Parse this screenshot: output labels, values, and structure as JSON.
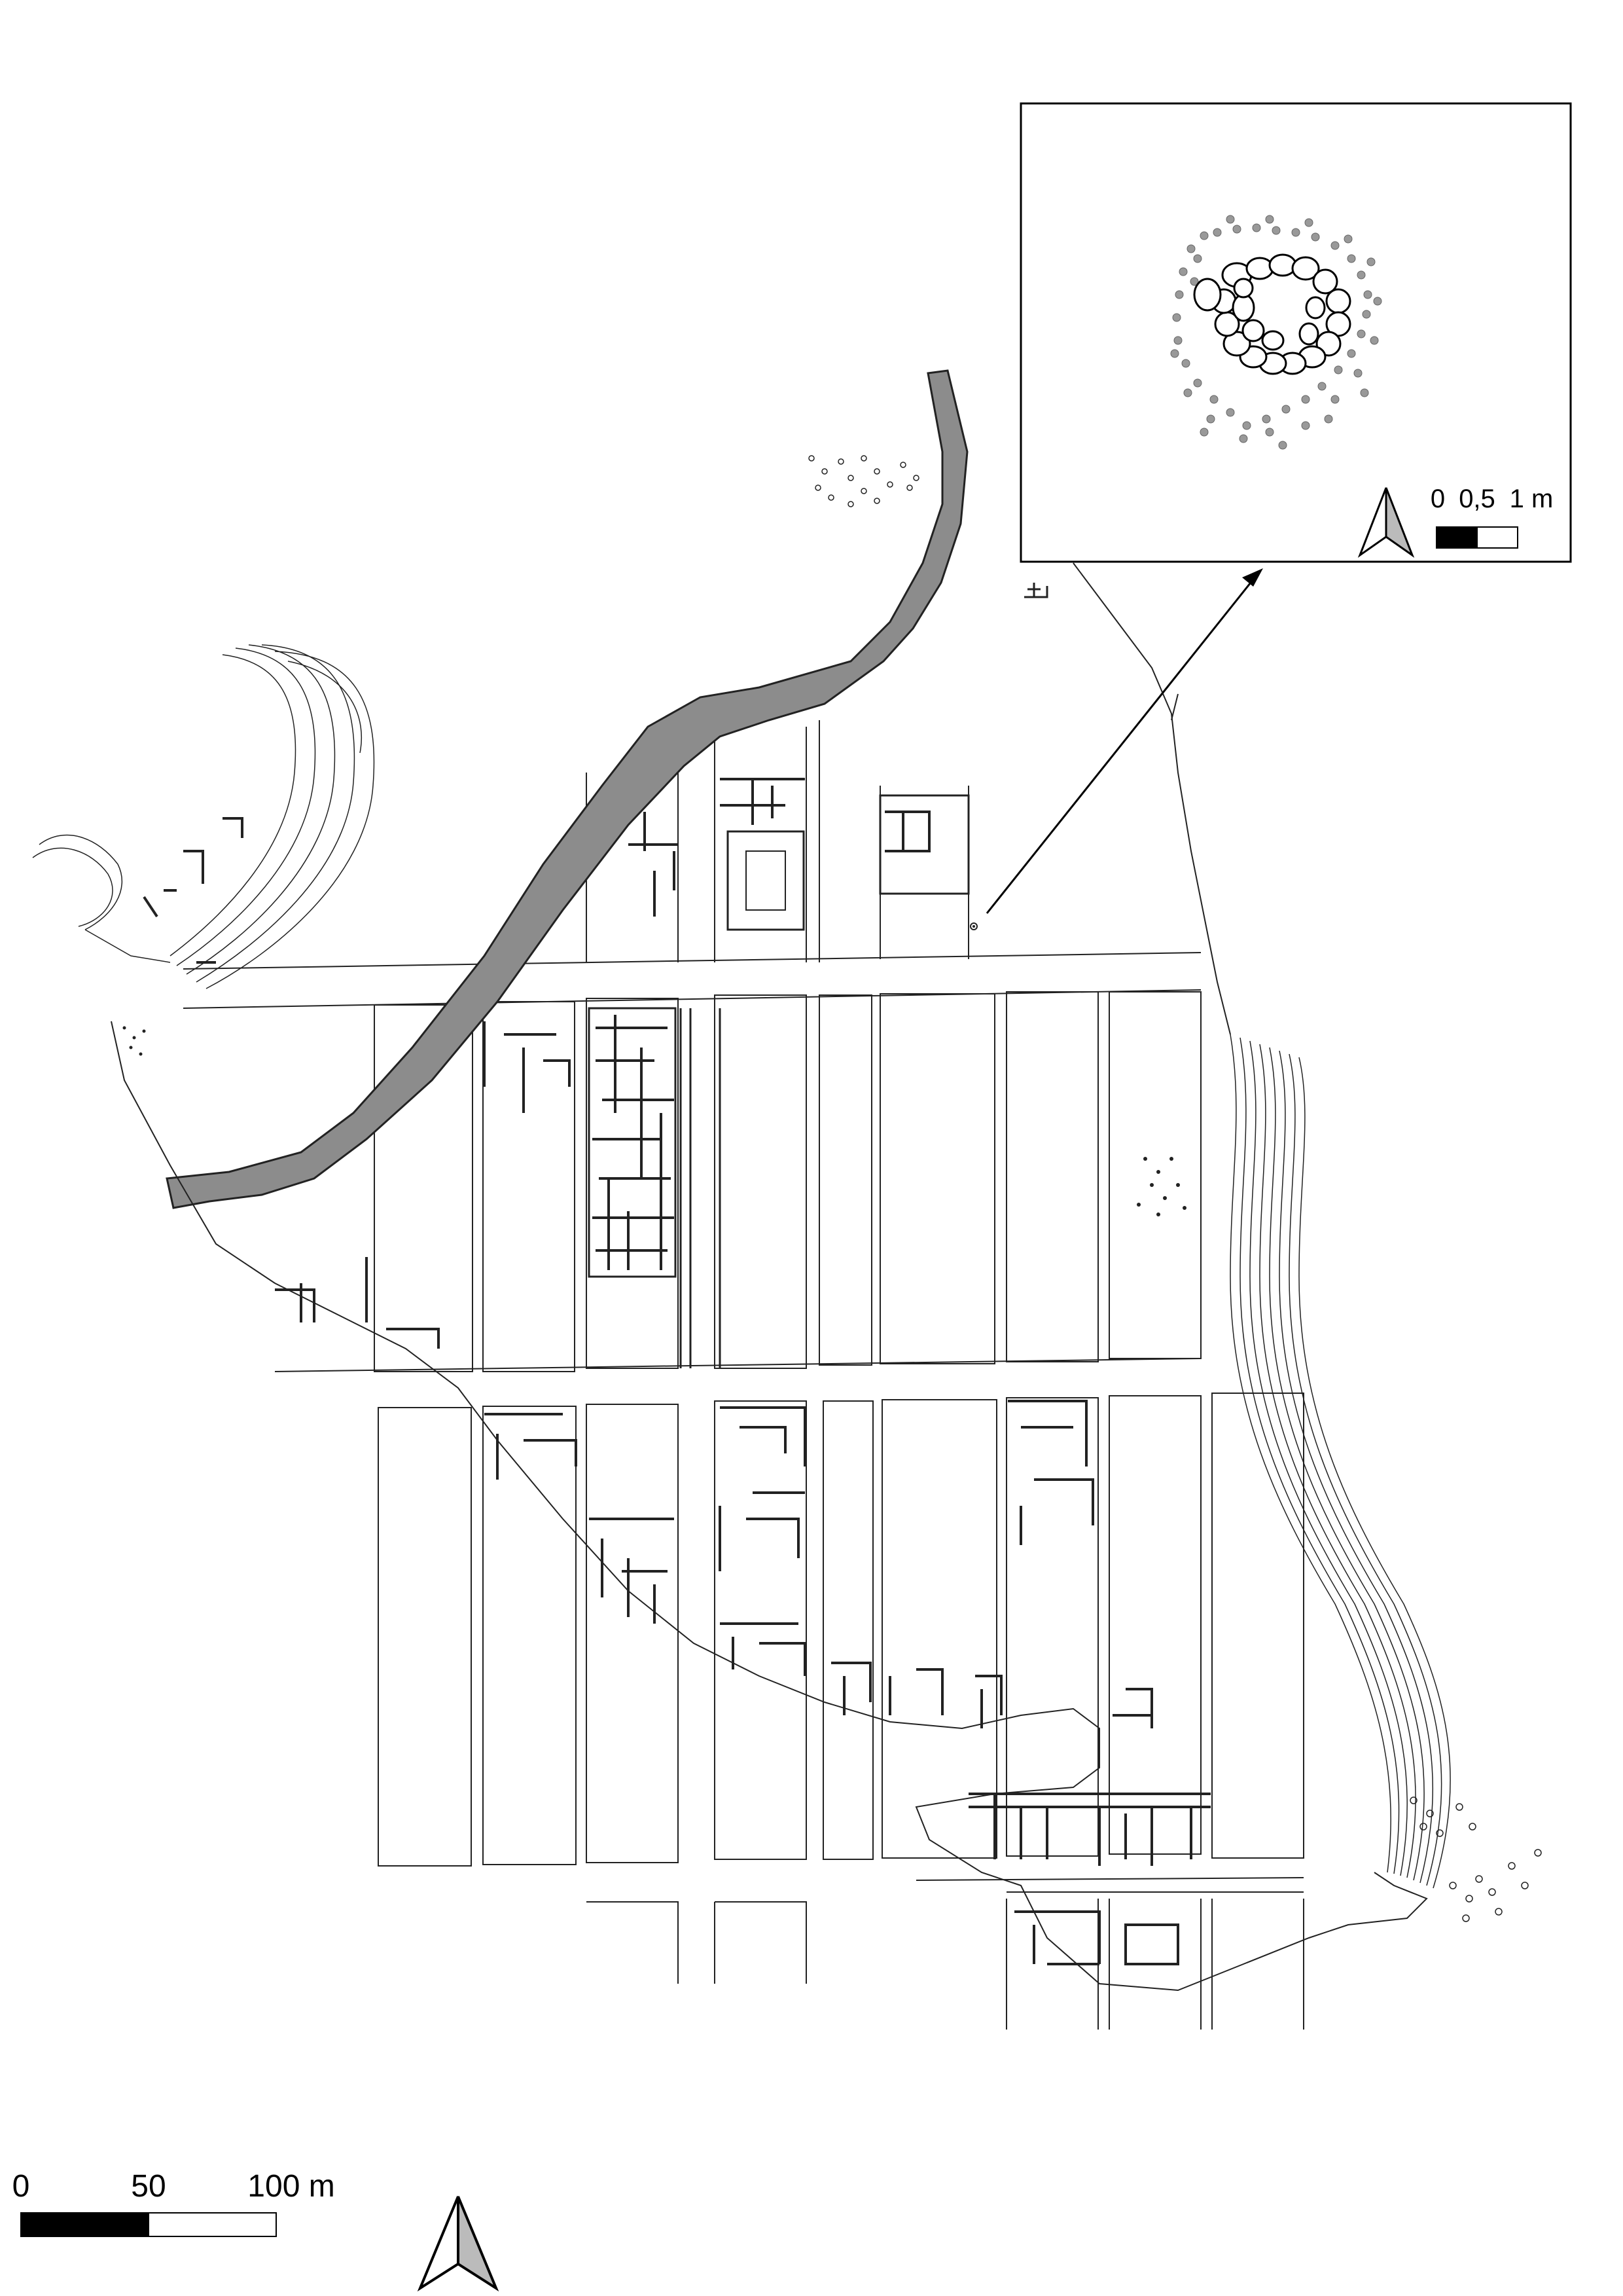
{
  "main_scale": {
    "labels": [
      "0",
      "50",
      "100 m"
    ]
  },
  "inset_scale": {
    "labels": [
      "0",
      "0,5",
      "1 m"
    ]
  },
  "north_arrow": {
    "icon": "north-arrow-icon"
  },
  "colors": {
    "road": "#8c8c8c",
    "line": "#222222",
    "stone_fill": "#999999",
    "background": "#ffffff"
  }
}
